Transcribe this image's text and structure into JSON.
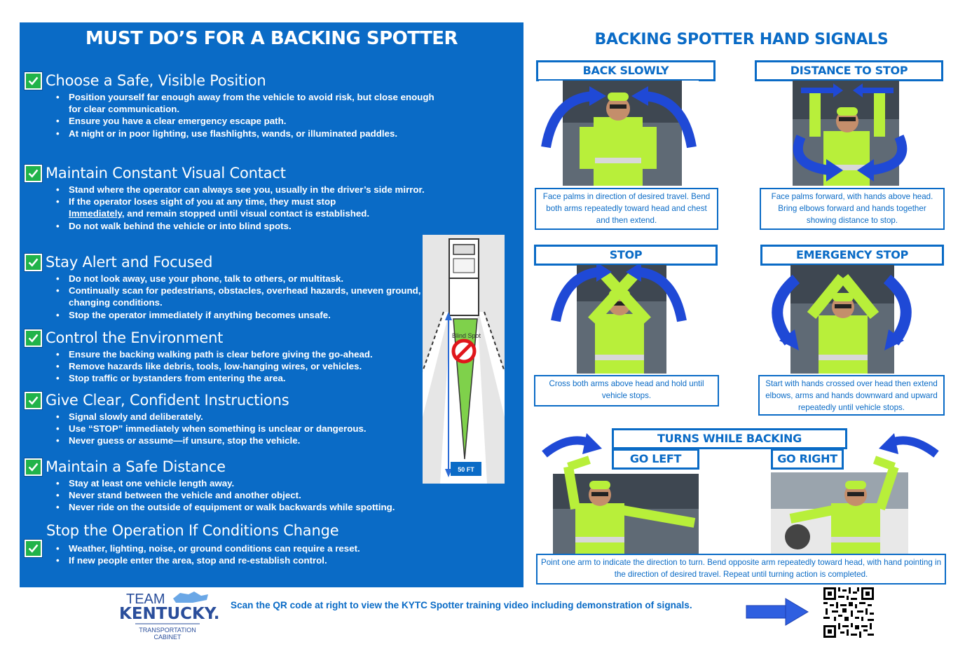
{
  "left": {
    "title": "MUST DO’S FOR A BACKING SPOTTER",
    "sections": [
      {
        "title": "Choose a Safe, Visible Position",
        "bullets": [
          "Position yourself far enough away from the vehicle to avoid risk, but close enough for clear communication.",
          "Ensure you have a clear emergency escape path.",
          "At night or in poor lighting, use flashlights, wands, or illuminated paddles."
        ]
      },
      {
        "title": "Maintain Constant Visual Contact",
        "bullets": [
          "Stand where the operator can always see you, usually in the driver’s side mirror.",
          "If the operator loses sight of you at any time, they must stop",
          "Immediately,",
          " and remain stopped until visual contact is established.",
          "Do not walk behind the vehicle or into blind spots."
        ]
      },
      {
        "title": "Stay Alert and Focused",
        "bullets": [
          "Do not look away, use your phone, talk to others, or multitask.",
          "Continually scan for pedestrians, obstacles, overhead hazards, uneven ground, or changing conditions.",
          "Stop the operator immediately if anything becomes unsafe."
        ]
      },
      {
        "title": "Control the Environment",
        "bullets": [
          "Ensure the backing walking path is clear before giving the go-ahead.",
          "Remove hazards like debris, tools, low-hanging wires, or vehicles.",
          "Stop traffic or bystanders from entering the area."
        ]
      },
      {
        "title": "Give Clear, Confident Instructions",
        "bullets": [
          "Signal slowly and deliberately.",
          "Use “STOP” immediately when something is unclear or dangerous.",
          "Never guess or assume—if unsure, stop the vehicle."
        ]
      },
      {
        "title": "Maintain a Safe Distance",
        "bullets": [
          "Stay at least one vehicle length away.",
          "Never stand between the vehicle and another object.",
          "Never ride on the outside of equipment or walk backwards while spotting."
        ]
      },
      {
        "title": "Stop the Operation If Conditions Change",
        "bullets": [
          "Weather, lighting, noise, or ground conditions can require a reset.",
          "If new people enter the area, stop and re-establish control."
        ]
      }
    ],
    "diagram": {
      "blind_spot_label": "Blind Spot",
      "distance_label": "50 FT"
    }
  },
  "right": {
    "title": "BACKING SPOTTER HAND SIGNALS",
    "signals": [
      {
        "label": "BACK SLOWLY",
        "caption": "Face palms in direction of desired travel. Bend both arms repeatedly toward head and chest and then extend."
      },
      {
        "label": "DISTANCE TO STOP",
        "caption": "Face palms forward, with hands above head. Bring elbows forward and hands together showing distance to stop."
      },
      {
        "label": "STOP",
        "caption": "Cross both arms above head and hold until vehicle stops."
      },
      {
        "label": "EMERGENCY STOP",
        "caption": "Start with hands crossed over head then extend elbows, arms and hands downward and upward repeatedly until vehicle stops."
      }
    ],
    "turns": {
      "label": "TURNS WHILE BACKING",
      "left_label": "GO LEFT",
      "right_label": "GO RIGHT",
      "caption": "Point one arm to indicate the direction to turn.  Bend opposite arm repeatedly toward head, with hand pointing in the direction of desired travel.  Repeat until turning action is completed."
    }
  },
  "footer": {
    "logo_line1": "TEAM",
    "logo_line2": "KENTUCKY.",
    "logo_line3": "TRANSPORTATION",
    "logo_line4": "CABINET",
    "text": "Scan the QR code at right to view the KYTC Spotter training video including demonstration of signals."
  },
  "colors": {
    "primary_blue": "#0a6bc6",
    "check_green": "#21b34a",
    "vest": "#b8ef3a",
    "arrow_blue": "#1f49d6"
  },
  "icons": [
    "check-icon",
    "curved-arrow-icon",
    "no-entry-icon",
    "right-arrow-icon",
    "qr-code",
    "kentucky-map-icon"
  ]
}
